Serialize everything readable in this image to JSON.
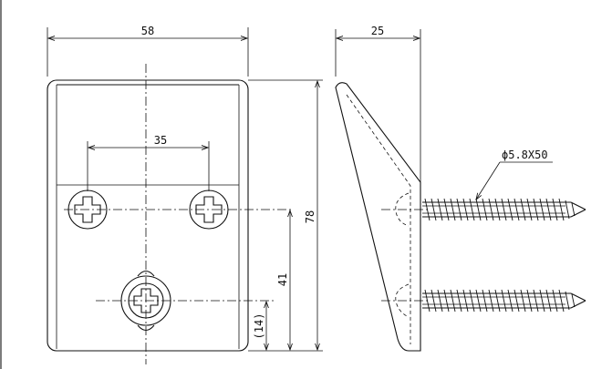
{
  "dimensions": {
    "width_total": "58",
    "hole_spacing": "35",
    "height_total": "78",
    "center_height": "41",
    "bottom_hole": "(14)",
    "depth": "25",
    "screw_spec": "ϕ5.8X50"
  }
}
